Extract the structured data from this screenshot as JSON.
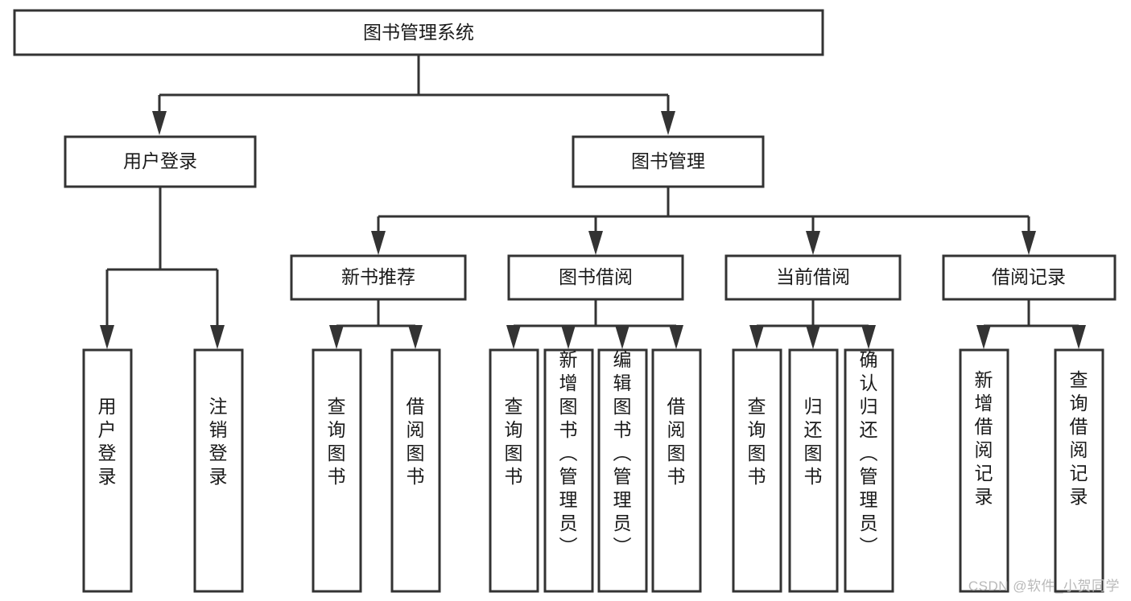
{
  "diagram": {
    "type": "tree-hierarchy",
    "title": "图书管理系统",
    "watermark": "CSDN @软件_小贺同学",
    "colors": {
      "box_fill": "#ffffff",
      "box_stroke": "#333333",
      "text": "#1a1a1a",
      "watermark": "#b9b9b9",
      "background": "#ffffff"
    },
    "levels": {
      "root": {
        "label": "图书管理系统",
        "orientation": "horizontal"
      },
      "level2": [
        {
          "label": "用户登录",
          "orientation": "horizontal"
        },
        {
          "label": "图书管理",
          "orientation": "horizontal"
        }
      ],
      "level3": [
        {
          "label": "新书推荐",
          "orientation": "horizontal"
        },
        {
          "label": "图书借阅",
          "orientation": "horizontal"
        },
        {
          "label": "当前借阅",
          "orientation": "horizontal"
        },
        {
          "label": "借阅记录",
          "orientation": "horizontal"
        }
      ],
      "leaves": {
        "user_login": [
          {
            "label": "用户登录",
            "orientation": "vertical"
          },
          {
            "label": "注销登录",
            "orientation": "vertical"
          }
        ],
        "new_book_recommend": [
          {
            "label": "查询图书",
            "orientation": "vertical"
          },
          {
            "label": "借阅图书",
            "orientation": "vertical"
          }
        ],
        "book_borrow": [
          {
            "label": "查询图书",
            "orientation": "vertical"
          },
          {
            "label": "新增图书（管理员）",
            "orientation": "vertical"
          },
          {
            "label": "编辑图书（管理员）",
            "orientation": "vertical"
          },
          {
            "label": "借阅图书",
            "orientation": "vertical"
          }
        ],
        "current_borrow": [
          {
            "label": "查询图书",
            "orientation": "vertical"
          },
          {
            "label": "归还图书",
            "orientation": "vertical"
          },
          {
            "label": "确认归还（管理员）",
            "orientation": "vertical"
          }
        ],
        "borrow_record": [
          {
            "label": "新增借阅记录",
            "orientation": "vertical"
          },
          {
            "label": "查询借阅记录",
            "orientation": "vertical"
          }
        ]
      }
    }
  }
}
